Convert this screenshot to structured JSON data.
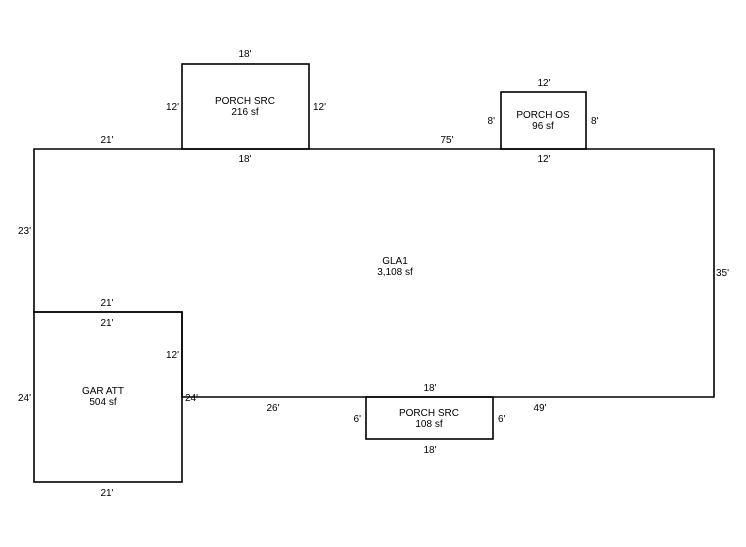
{
  "areas": {
    "gla1": {
      "name": "GLA1",
      "size": "3,108 sf",
      "dims": {
        "top_left": "21'",
        "top_mid": "75'",
        "left": "23'",
        "right": "35'",
        "bottom_left": "26'",
        "bottom_right": "49'",
        "gar_top": "21'",
        "notch": "12'"
      }
    },
    "porch_src_top": {
      "name": "PORCH SRC",
      "size": "216 sf",
      "dims": {
        "top": "18'",
        "bottom": "18'",
        "left": "12'",
        "right": "12'"
      }
    },
    "porch_os": {
      "name": "PORCH OS",
      "size": "96 sf",
      "dims": {
        "top": "12'",
        "bottom": "12'",
        "left": "8'",
        "right": "8'"
      }
    },
    "gar_att": {
      "name": "GAR ATT",
      "size": "504 sf",
      "dims": {
        "top": "21'",
        "bottom": "21'",
        "left": "24'",
        "right": "24'"
      }
    },
    "porch_src_bottom": {
      "name": "PORCH SRC",
      "size": "108 sf",
      "dims": {
        "top": "18'",
        "bottom": "18'",
        "left": "6'",
        "right": "6'"
      }
    }
  },
  "colors": {
    "line": "#000000",
    "background": "#ffffff"
  }
}
